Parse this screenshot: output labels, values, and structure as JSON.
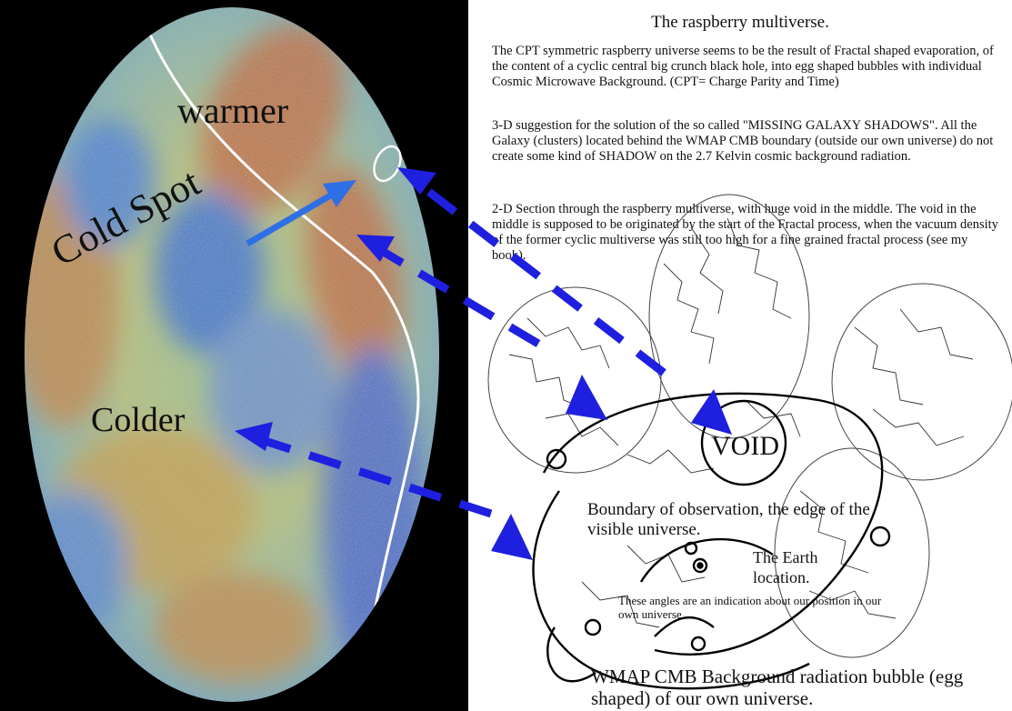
{
  "right_panel": {
    "title": "The raspberry multiverse.",
    "paragraph_1": "The CPT symmetric raspberry universe seems to be the result of Fractal shaped evaporation, of the content of a cyclic central big crunch black hole, into egg shaped bubbles with individual Cosmic Microwave Background. (CPT= Charge Parity and Time)",
    "paragraph_2": "3-D suggestion for the solution of the so called \"MISSING GALAXY SHADOWS\".      All the Galaxy (clusters) located behind the WMAP CMB boundary (outside our own universe) do not create some kind of SHADOW on the 2.7 Kelvin cosmic background radiation.",
    "paragraph_3": "2-D Section through the raspberry multiverse, with huge void in the middle. The void in the middle is supposed to be originated by the start of the Fractal process, when the vacuum density of the former cyclic multiverse was still too high for a fine grained fractal process (see my book)."
  },
  "left_panel": {
    "label_warmer": "warmer",
    "label_colder": "Colder",
    "label_cold_spot": "Cold Spot"
  },
  "diagram": {
    "label_void": "VOID",
    "label_boundary": "Boundary of observation, the edge of the visible universe.",
    "label_earth": "The Earth location.",
    "label_angles": "These angles are an indication about our position in our own universe",
    "label_wmap": "WMAP CMB Background radiation bubble (egg shaped) of our own universe."
  },
  "colors": {
    "arrow": "#1f1fe0",
    "cold_spot_arrow": "#2f6fe6",
    "warm": "#c8703a",
    "cold": "#3b6fd0",
    "background_left": "#000000"
  }
}
